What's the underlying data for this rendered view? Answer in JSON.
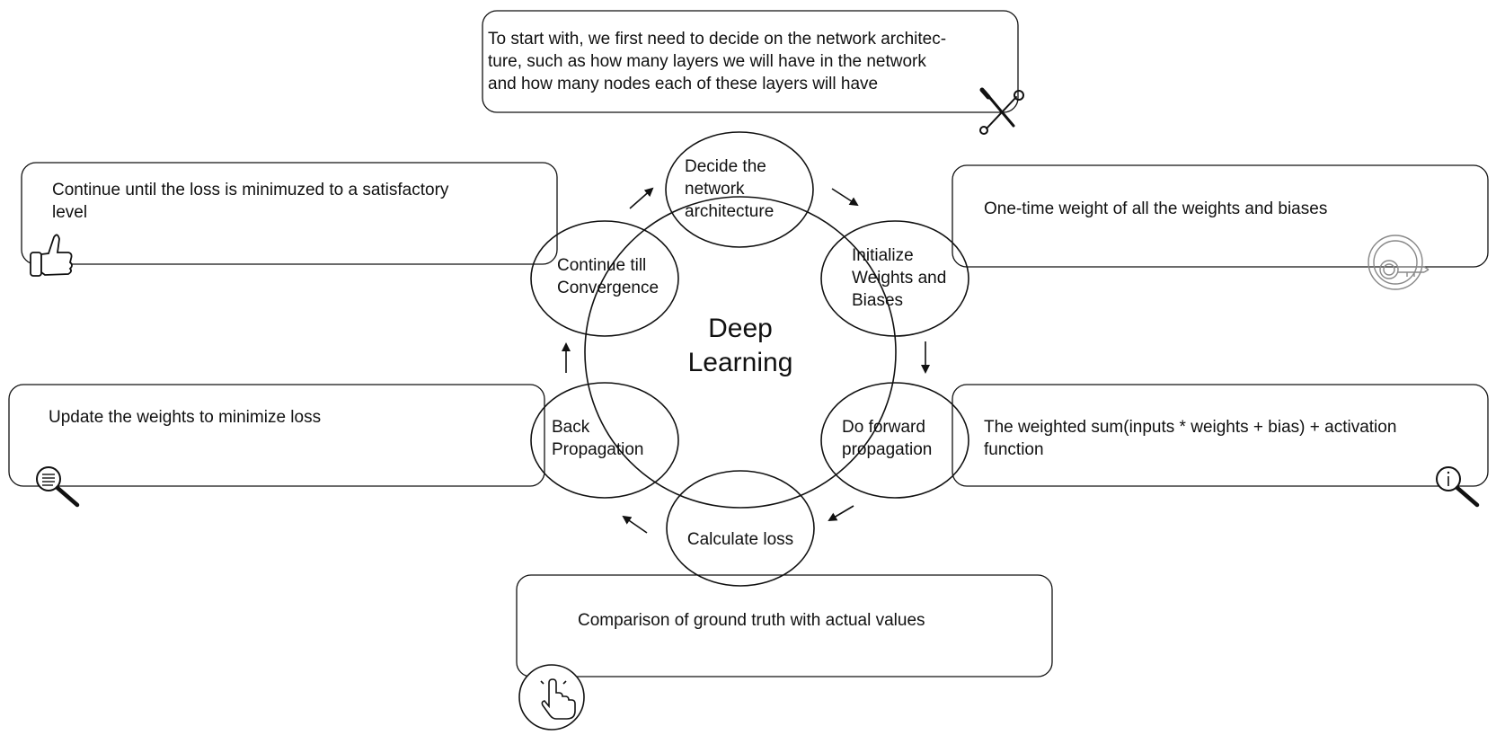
{
  "center": {
    "lines": [
      "Deep",
      "Learning"
    ]
  },
  "nodes": [
    {
      "id": "decide",
      "lines": [
        "Decide the",
        "network",
        "architecture"
      ]
    },
    {
      "id": "init",
      "lines": [
        "Initialize",
        "Weights and",
        "Biases"
      ]
    },
    {
      "id": "forward",
      "lines": [
        "Do forward",
        "propagation"
      ]
    },
    {
      "id": "loss",
      "lines": [
        "Calculate loss"
      ]
    },
    {
      "id": "back",
      "lines": [
        "Back",
        "Propagation"
      ]
    },
    {
      "id": "converge",
      "lines": [
        "Continue till",
        "Convergence"
      ]
    }
  ],
  "notes": [
    {
      "id": "decide",
      "lines": [
        "To start with, we first need to decide on the network architec-",
        "ture, such as how many layers we will have in the network",
        "and how many nodes each of these layers will have"
      ],
      "icon": "tools-icon"
    },
    {
      "id": "init",
      "lines": [
        "One-time weight of all the weights and biases"
      ],
      "icon": "key-icon"
    },
    {
      "id": "forward",
      "lines": [
        "The weighted sum(inputs * weights + bias) + activation",
        "function"
      ],
      "icon": "info-magnifier-icon"
    },
    {
      "id": "loss",
      "lines": [
        "Comparison of ground truth with actual values"
      ],
      "icon": "pointer-hand-icon"
    },
    {
      "id": "back",
      "lines": [
        "Update the weights to minimize loss"
      ],
      "icon": "list-magnifier-icon"
    },
    {
      "id": "converge",
      "lines": [
        "Continue until the loss is minimuzed to a satisfactory",
        "level"
      ],
      "icon": "thumbs-up-icon"
    }
  ],
  "colors": {
    "stroke": "#111111",
    "background": "#ffffff"
  }
}
